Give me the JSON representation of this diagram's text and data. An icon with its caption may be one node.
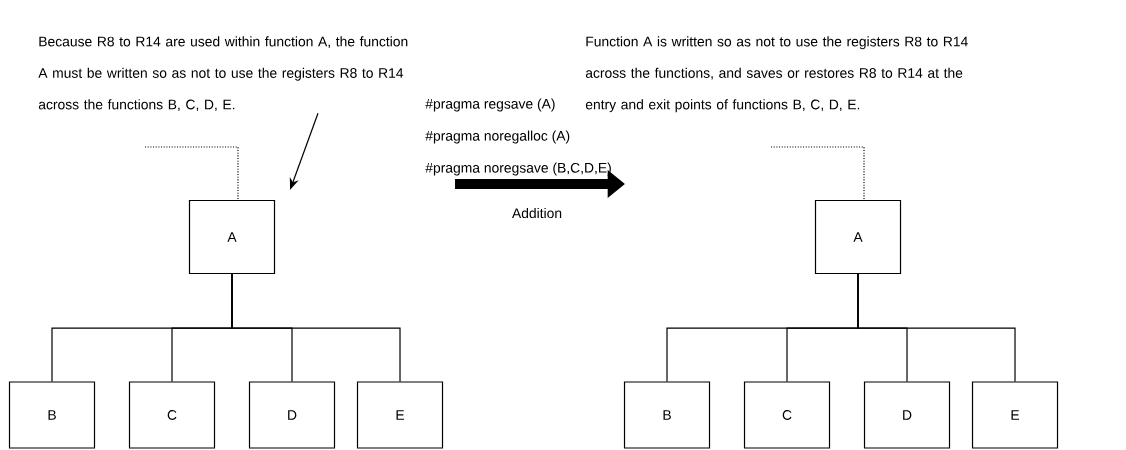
{
  "diagram": {
    "nodes": [
      {
        "text": [
          "Because R8 to R14 are used within function A, the function A must be written so as not to use the registers R8 to R14 across the functions B, C, D, E."
        ]
      },
      {
        "text": [
          "A"
        ]
      },
      {
        "text": [
          "B"
        ]
      },
      {
        "text": [
          "C"
        ]
      },
      {
        "text": [
          "D"
        ]
      },
      {
        "text": [
          "E"
        ]
      },
      {
        "text": [
          "Function A is written so as not to use the registers R8 to R14 across the functions, and saves or restores R8 to R14 at the entry and exit points of functions B, C, D, E."
        ]
      },
      {
        "text": [
          "A"
        ]
      },
      {
        "text": [
          "B"
        ]
      },
      {
        "text": [
          "C"
        ]
      },
      {
        "text": [
          "D"
        ]
      },
      {
        "text": [
          "E"
        ]
      }
    ],
    "edges": [
      {
        "from": 0,
        "to": 1,
        "arrow": "to"
      },
      {
        "from": null,
        "to": 1,
        "arrow": "none",
        "style": "dashed"
      },
      {
        "from": 1,
        "to": 2,
        "arrow": "none"
      },
      {
        "from": 1,
        "to": 3,
        "arrow": "none"
      },
      {
        "from": 1,
        "to": 4,
        "arrow": "none"
      },
      {
        "from": 1,
        "to": 5,
        "arrow": "none"
      },
      {
        "from": null,
        "to": 7,
        "arrow": "none",
        "style": "dashed"
      },
      {
        "from": 7,
        "to": 8,
        "arrow": "none"
      },
      {
        "from": 7,
        "to": 9,
        "arrow": "none"
      },
      {
        "from": 7,
        "to": 10,
        "arrow": "none"
      },
      {
        "from": 7,
        "to": 11,
        "arrow": "none"
      }
    ],
    "labels": [
      "#pragma regsave (A)",
      "#pragma noregalloc (A)",
      "#pragma noregsave (B,C,D,E)",
      "Addition"
    ]
  }
}
